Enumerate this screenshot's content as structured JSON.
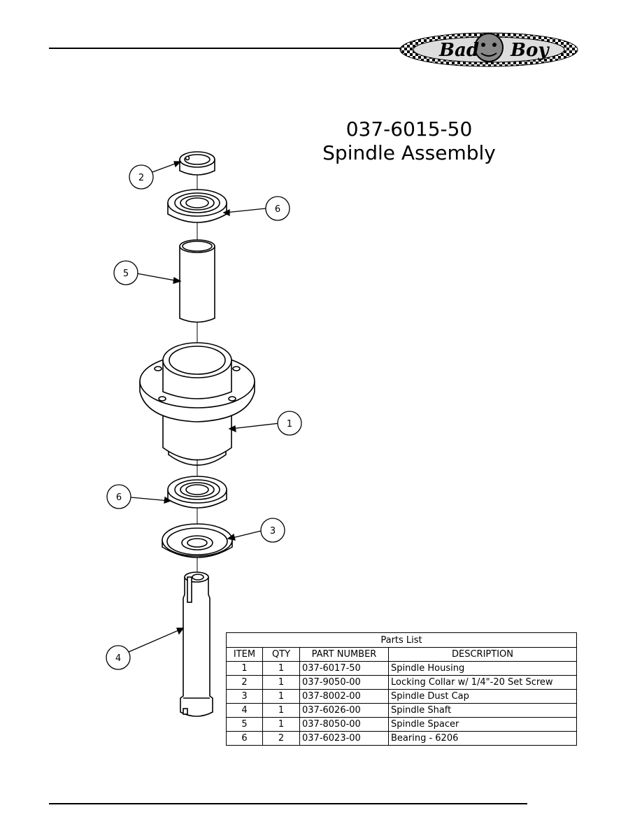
{
  "header": {
    "logo_text": "Bad Boy"
  },
  "title": {
    "part_number": "037-6015-50",
    "name": "Spindle Assembly"
  },
  "callouts": [
    "1",
    "2",
    "3",
    "4",
    "5",
    "6",
    "6"
  ],
  "parts_list": {
    "caption": "Parts List",
    "columns": [
      "ITEM",
      "QTY",
      "PART NUMBER",
      "DESCRIPTION"
    ],
    "rows": [
      {
        "item": "1",
        "qty": "1",
        "part_number": "037-6017-50",
        "description": "Spindle Housing"
      },
      {
        "item": "2",
        "qty": "1",
        "part_number": "037-9050-00",
        "description": "Locking Collar w/ 1/4\"-20 Set Screw"
      },
      {
        "item": "3",
        "qty": "1",
        "part_number": "037-8002-00",
        "description": "Spindle Dust Cap"
      },
      {
        "item": "4",
        "qty": "1",
        "part_number": "037-6026-00",
        "description": "Spindle Shaft"
      },
      {
        "item": "5",
        "qty": "1",
        "part_number": "037-8050-00",
        "description": "Spindle Spacer"
      },
      {
        "item": "6",
        "qty": "2",
        "part_number": "037-6023-00",
        "description": "Bearing - 6206"
      }
    ]
  }
}
